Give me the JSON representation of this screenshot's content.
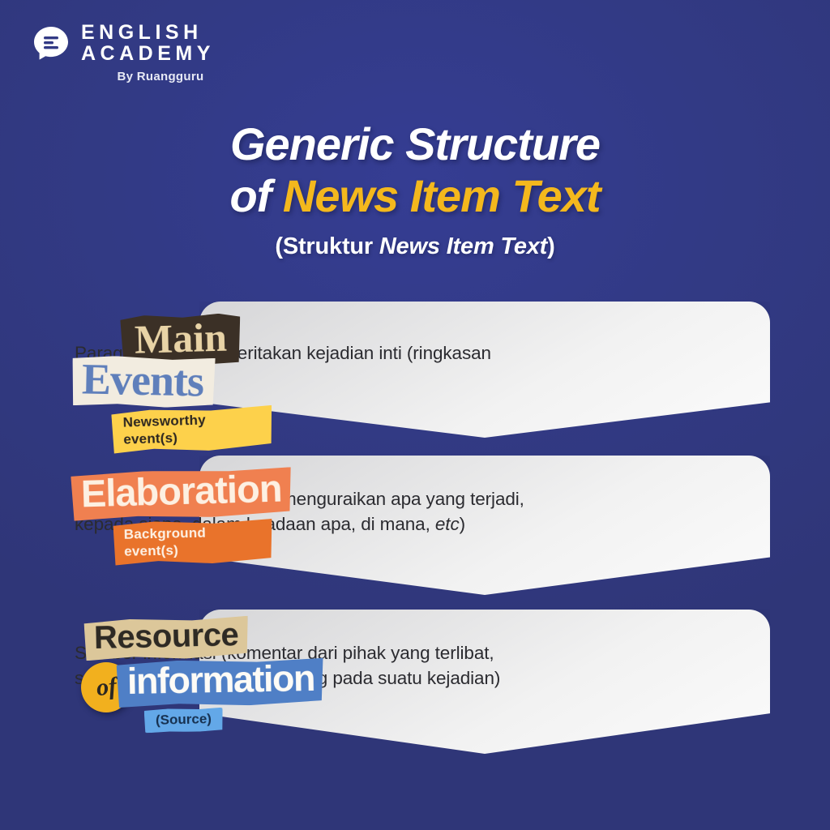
{
  "brand": {
    "line1": "ENGLISH",
    "line2": "ACADEMY",
    "tagline": "By Ruangguru",
    "icon": "speech-bubble-lines-icon"
  },
  "title": {
    "line1": "Generic Structure",
    "line2_prefix": "of ",
    "line2_accent": "News Item Text",
    "subtitle_prefix": "(Struktur ",
    "subtitle_italic": "News Item Text",
    "subtitle_suffix": ")"
  },
  "colors": {
    "background_blue": "#323a85",
    "accent_yellow": "#f4b81d",
    "panel_light": "#fbfbfb",
    "panel_gray": "#d6d6d8",
    "orange": "#f08050",
    "orange_dark": "#e9732b",
    "brown": "#3b3026",
    "cream": "#f2ece0",
    "serif_blue": "#5f7fbb",
    "tan": "#dcc79a",
    "info_blue": "#4f7fc6",
    "source_blue": "#63a8e8",
    "circle_yellow": "#f2b01e",
    "sticky_yellow": "#fdd14b"
  },
  "sections": [
    {
      "id": "main-events",
      "label_top": "Main",
      "label_bottom": "Events",
      "sublabel": "Newsworthy event(s)",
      "body": "Paragraf yang menceritakan kejadian inti (ringkasan kejadian)"
    },
    {
      "id": "elaboration",
      "label_top": "Elaboration",
      "sublabel": "Background event(s)",
      "body_part1": "Latar belakang peristiwa (menguraikan apa yang terjadi, kepada siapa, dalam keadaan apa, di mana, ",
      "body_italic": "etc",
      "body_part2": ")"
    },
    {
      "id": "resource-of-information",
      "label_top": "Resource",
      "label_mid": "of",
      "label_bottom": "information",
      "sublabel": "(Source)",
      "body": "Sumber informasi (komentar dari pihak yang terlibat, saksi, dan ahli yang berwenang pada suatu kejadian)"
    }
  ]
}
